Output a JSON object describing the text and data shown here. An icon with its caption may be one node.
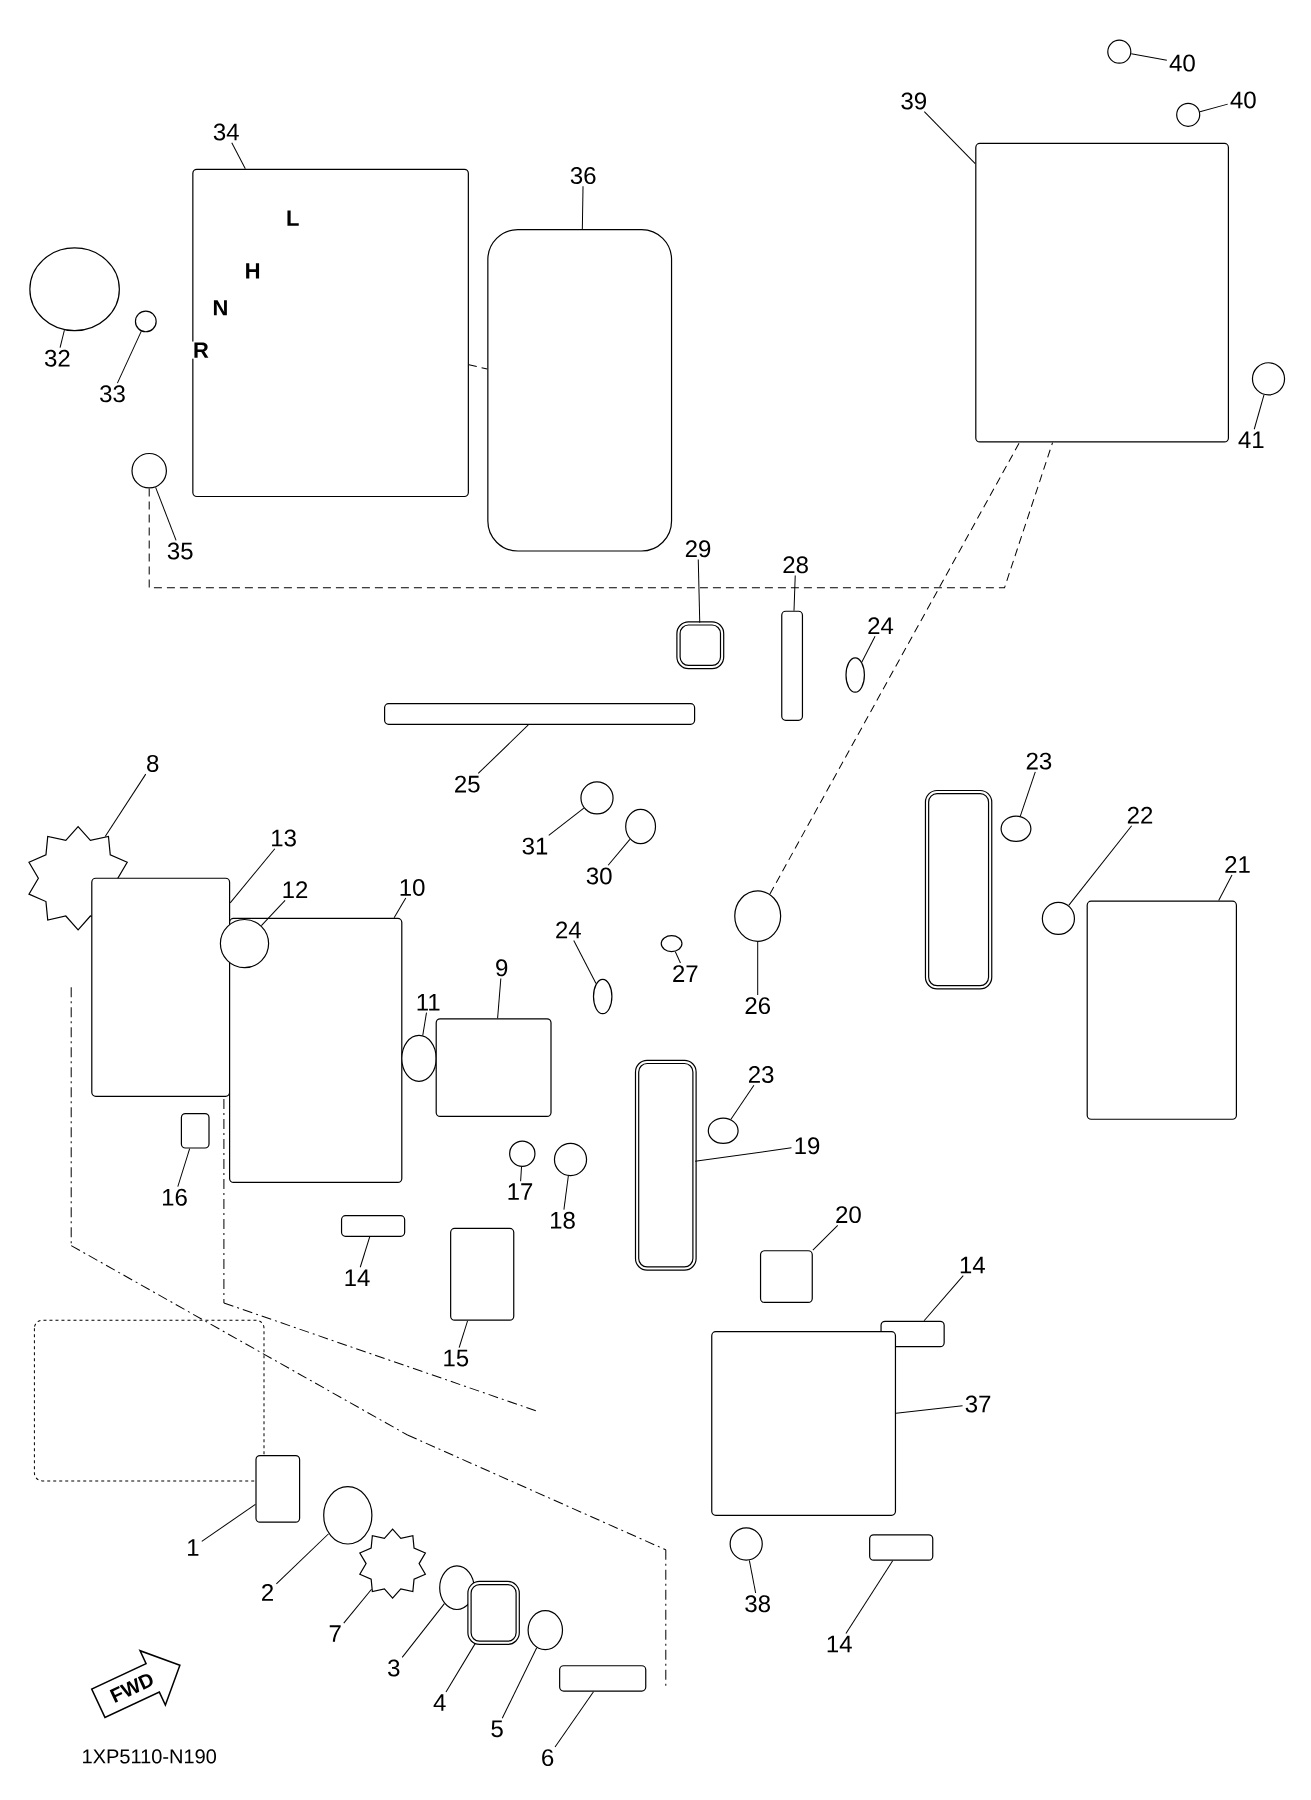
{
  "diagram": {
    "nodes": [
      {
        "text": [
          "32"
        ]
      },
      {
        "text": [],
        "shape": "circle"
      },
      {
        "text": [
          "33"
        ]
      },
      {
        "text": [],
        "shape": "circle"
      },
      {
        "text": [
          "34"
        ]
      },
      {
        "text": [],
        "shape": "box"
      },
      {
        "text": [
          "35"
        ]
      },
      {
        "text": [],
        "shape": "circle"
      },
      {
        "text": [
          "36"
        ]
      },
      {
        "text": [],
        "shape": "box"
      },
      {
        "text": [
          "39"
        ]
      },
      {
        "text": [],
        "shape": "box"
      },
      {
        "text": [
          "40"
        ]
      },
      {
        "text": [],
        "shape": "circle"
      },
      {
        "text": [
          "40"
        ]
      },
      {
        "text": [],
        "shape": "circle"
      },
      {
        "text": [
          "41"
        ]
      },
      {
        "text": [],
        "shape": "circle"
      },
      {
        "text": [
          "29"
        ]
      },
      {
        "text": [],
        "shape": "box"
      },
      {
        "text": [
          "28"
        ]
      },
      {
        "text": [],
        "shape": "box"
      },
      {
        "text": [
          "24"
        ]
      },
      {
        "text": [],
        "shape": "circle"
      },
      {
        "text": [
          "25"
        ]
      },
      {
        "text": [],
        "shape": "box"
      },
      {
        "text": [
          "23"
        ]
      },
      {
        "text": [],
        "shape": "circle"
      },
      {
        "text": [
          "22"
        ]
      },
      {
        "text": [],
        "shape": "circle"
      },
      {
        "text": [
          "21"
        ]
      },
      {
        "text": [],
        "shape": "box"
      },
      {
        "text": [
          "31"
        ]
      },
      {
        "text": [],
        "shape": "circle"
      },
      {
        "text": [
          "30"
        ]
      },
      {
        "text": [],
        "shape": "circle"
      },
      {
        "text": [
          "27"
        ]
      },
      {
        "text": [],
        "shape": "circle"
      },
      {
        "text": [
          "26"
        ]
      },
      {
        "text": [],
        "shape": "circle"
      },
      {
        "text": [
          "8"
        ]
      },
      {
        "text": [],
        "shape": "star"
      },
      {
        "text": [
          "13"
        ]
      },
      {
        "text": [],
        "shape": "box"
      },
      {
        "text": [
          "10"
        ]
      },
      {
        "text": [],
        "shape": "box"
      },
      {
        "text": [
          "12"
        ]
      },
      {
        "text": [],
        "shape": "circle"
      },
      {
        "text": [
          "11"
        ]
      },
      {
        "text": [],
        "shape": "circle"
      },
      {
        "text": [
          "9"
        ]
      },
      {
        "text": [],
        "shape": "box"
      },
      {
        "text": [
          "24"
        ]
      },
      {
        "text": [],
        "shape": "circle"
      },
      {
        "text": [
          "23"
        ]
      },
      {
        "text": [],
        "shape": "circle"
      },
      {
        "text": [
          "19"
        ]
      },
      {
        "text": [],
        "shape": "box"
      },
      {
        "text": [
          "16"
        ]
      },
      {
        "text": [],
        "shape": "box"
      },
      {
        "text": [
          "17"
        ]
      },
      {
        "text": [],
        "shape": "circle"
      },
      {
        "text": [
          "18"
        ]
      },
      {
        "text": [],
        "shape": "circle"
      },
      {
        "text": [
          "14"
        ]
      },
      {
        "text": [],
        "shape": "box"
      },
      {
        "text": [
          "15"
        ]
      },
      {
        "text": [],
        "shape": "box"
      },
      {
        "text": [
          "20"
        ]
      },
      {
        "text": [],
        "shape": "box"
      },
      {
        "text": [
          "14"
        ]
      },
      {
        "text": [],
        "shape": "box"
      },
      {
        "text": [
          "37"
        ]
      },
      {
        "text": [],
        "shape": "box"
      },
      {
        "text": [
          "1"
        ]
      },
      {
        "text": [],
        "shape": "box"
      },
      {
        "text": [
          "2"
        ]
      },
      {
        "text": [],
        "shape": "circle"
      },
      {
        "text": [
          "7"
        ]
      },
      {
        "text": [],
        "shape": "star"
      },
      {
        "text": [
          "3"
        ]
      },
      {
        "text": [],
        "shape": "circle"
      },
      {
        "text": [
          "4"
        ]
      },
      {
        "text": [],
        "shape": "box"
      },
      {
        "text": [
          "5"
        ]
      },
      {
        "text": [],
        "shape": "circle"
      },
      {
        "text": [
          "6"
        ]
      },
      {
        "text": [],
        "shape": "box"
      },
      {
        "text": [
          "38"
        ]
      },
      {
        "text": [],
        "shape": "circle"
      },
      {
        "text": [
          "14"
        ]
      },
      {
        "text": [],
        "shape": "box"
      },
      {
        "text": [],
        "shape": "box"
      }
    ],
    "edges": [
      {
        "from": 0,
        "to": 1,
        "arrow": "none"
      },
      {
        "from": 2,
        "to": 3,
        "arrow": "none"
      },
      {
        "from": 4,
        "to": 5,
        "arrow": "none"
      },
      {
        "from": 6,
        "to": 7,
        "arrow": "none"
      },
      {
        "from": 8,
        "to": 9,
        "arrow": "none"
      },
      {
        "from": 10,
        "to": 11,
        "arrow": "none"
      },
      {
        "from": 12,
        "to": 13,
        "arrow": "none"
      },
      {
        "from": 14,
        "to": 15,
        "arrow": "none"
      },
      {
        "from": 16,
        "to": 17,
        "arrow": "none"
      },
      {
        "from": 18,
        "to": 19,
        "arrow": "none"
      },
      {
        "from": 20,
        "to": 21,
        "arrow": "none"
      },
      {
        "from": 22,
        "to": 23,
        "arrow": "none"
      },
      {
        "from": 24,
        "to": 25,
        "arrow": "none"
      },
      {
        "from": 26,
        "to": 27,
        "arrow": "none"
      },
      {
        "from": 28,
        "to": 29,
        "arrow": "none"
      },
      {
        "from": 30,
        "to": 31,
        "arrow": "none"
      },
      {
        "from": 32,
        "to": 33,
        "arrow": "none"
      },
      {
        "from": 34,
        "to": 35,
        "arrow": "none"
      },
      {
        "from": 36,
        "to": 37,
        "arrow": "none"
      },
      {
        "from": 38,
        "to": 39,
        "arrow": "none"
      },
      {
        "from": 40,
        "to": 41,
        "arrow": "none"
      },
      {
        "from": 42,
        "to": 43,
        "arrow": "none"
      },
      {
        "from": 44,
        "to": 45,
        "arrow": "none"
      },
      {
        "from": 46,
        "to": 47,
        "arrow": "none"
      },
      {
        "from": 48,
        "to": 49,
        "arrow": "none"
      },
      {
        "from": 50,
        "to": 51,
        "arrow": "none"
      },
      {
        "from": 52,
        "to": 53,
        "arrow": "none"
      },
      {
        "from": 54,
        "to": 55,
        "arrow": "none"
      },
      {
        "from": 56,
        "to": 57,
        "arrow": "none"
      },
      {
        "from": 58,
        "to": 59,
        "arrow": "none"
      },
      {
        "from": 60,
        "to": 61,
        "arrow": "none"
      },
      {
        "from": 62,
        "to": 63,
        "arrow": "none"
      },
      {
        "from": 64,
        "to": 65,
        "arrow": "none"
      },
      {
        "from": 66,
        "to": 67,
        "arrow": "none"
      },
      {
        "from": 68,
        "to": 69,
        "arrow": "none"
      },
      {
        "from": 70,
        "to": 71,
        "arrow": "none"
      },
      {
        "from": 72,
        "to": 73,
        "arrow": "none"
      },
      {
        "from": 74,
        "to": 75,
        "arrow": "none"
      },
      {
        "from": 76,
        "to": 77,
        "arrow": "none"
      },
      {
        "from": 78,
        "to": 79,
        "arrow": "none"
      },
      {
        "from": 80,
        "to": 81,
        "arrow": "none"
      },
      {
        "from": 82,
        "to": 83,
        "arrow": "none"
      },
      {
        "from": 84,
        "to": 85,
        "arrow": "none"
      },
      {
        "from": 86,
        "to": 87,
        "arrow": "none"
      },
      {
        "from": 88,
        "to": 89,
        "arrow": "none"
      },
      {
        "from": 90,
        "to": 91,
        "arrow": "none"
      },
      {
        "from": 7,
        "to": 11,
        "arrow": "none",
        "style": "dashed"
      },
      {
        "from": 5,
        "to": 9,
        "arrow": "none",
        "style": "dashed"
      },
      {
        "from": 39,
        "to": 11,
        "arrow": "none",
        "style": "dashed"
      }
    ],
    "labels": [
      "L",
      "H",
      "N",
      "R",
      "FWD",
      "1XP5110-N190"
    ]
  }
}
